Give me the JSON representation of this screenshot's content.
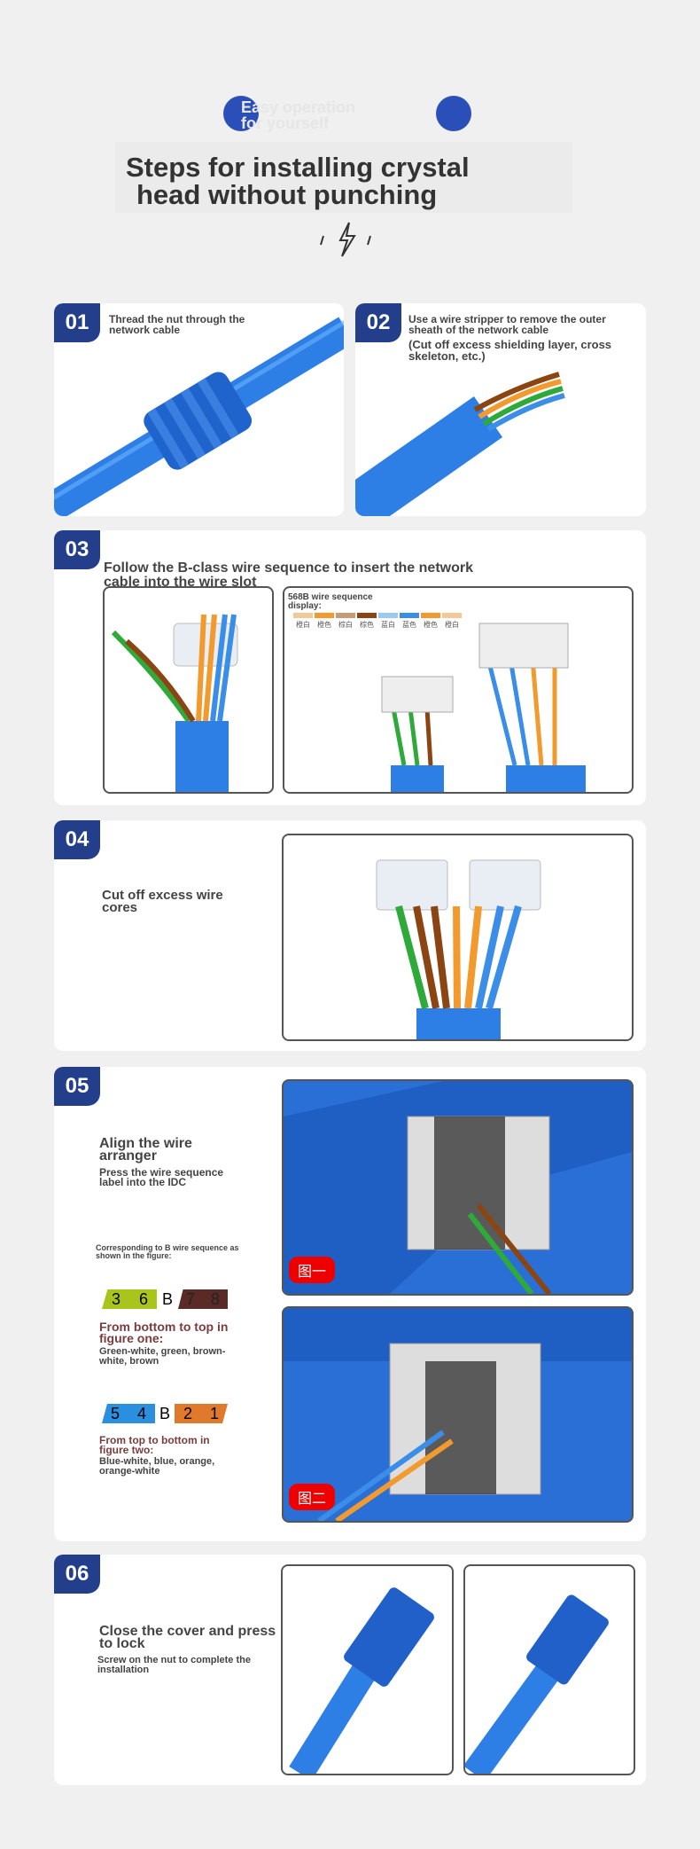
{
  "header": {
    "pill_text": "Easy operation for yourself",
    "title_line1": "Steps for installing crystal",
    "title_line2": "head without punching"
  },
  "steps": [
    {
      "num": "01",
      "text": "Thread the nut through the network cable"
    },
    {
      "num": "02",
      "text": "Use a wire stripper to remove the outer sheath of the network cable",
      "sub": "(Cut off excess shielding layer, cross skeleton, etc.)"
    },
    {
      "num": "03",
      "text": "Follow the B-class wire sequence to insert the network cable into the wire slot",
      "diagram_label": "568B wire sequence display:",
      "colors": [
        "橙白",
        "橙色",
        "棕白",
        "棕色",
        "蓝白",
        "蓝色",
        "橙色",
        "橙白"
      ]
    },
    {
      "num": "04",
      "text": "Cut off excess wire cores"
    },
    {
      "num": "05",
      "title": "Align the wire arranger",
      "text": "Press the wire sequence label into the IDC",
      "corr": "Corresponding to B wire sequence as shown in the figure:",
      "seq1": [
        "3",
        "6",
        "B",
        "7",
        "8"
      ],
      "fig1_title": "From bottom to top in figure one:",
      "fig1_desc": "Green-white, green, brown-white, brown",
      "seq2": [
        "5",
        "4",
        "B",
        "2",
        "1"
      ],
      "fig2_title": "From top to bottom in figure two:",
      "fig2_desc": "Blue-white, blue, orange, orange-white",
      "tag1": "图一",
      "tag2": "图二"
    },
    {
      "num": "06",
      "title": "Close the cover and press to lock",
      "text": "Screw on the nut to complete the installation"
    }
  ]
}
